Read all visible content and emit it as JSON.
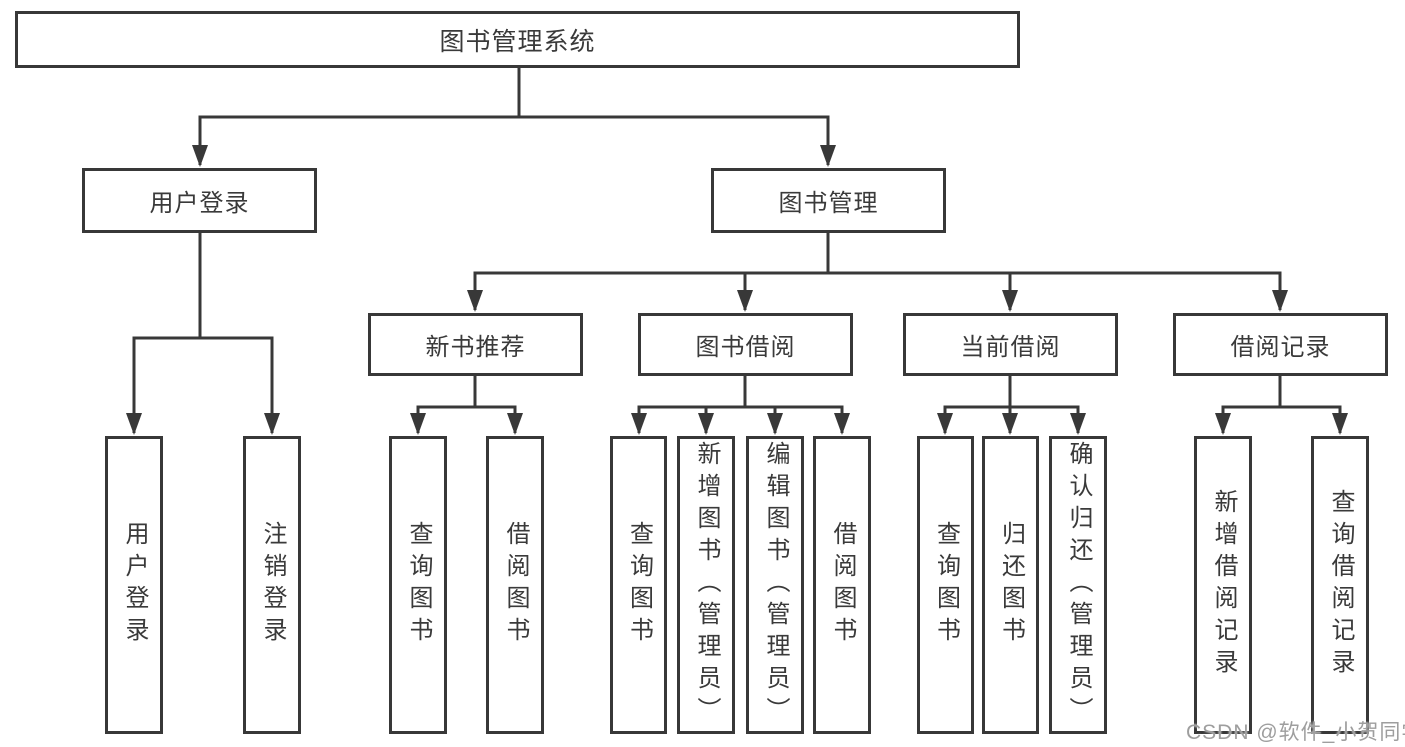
{
  "tree": {
    "label": "图书管理系统",
    "children": [
      {
        "label": "用户登录",
        "children": [
          {
            "label": "用户登录"
          },
          {
            "label": "注销登录"
          }
        ]
      },
      {
        "label": "图书管理",
        "children": [
          {
            "label": "新书推荐",
            "children": [
              {
                "label": "查询图书"
              },
              {
                "label": "借阅图书"
              }
            ]
          },
          {
            "label": "图书借阅",
            "children": [
              {
                "label": "查询图书"
              },
              {
                "label": "新增图书（管理员）"
              },
              {
                "label": "编辑图书（管理员）"
              },
              {
                "label": "借阅图书"
              }
            ]
          },
          {
            "label": "当前借阅",
            "children": [
              {
                "label": "查询图书"
              },
              {
                "label": "归还图书"
              },
              {
                "label": "确认归还（管理员）"
              }
            ]
          },
          {
            "label": "借阅记录",
            "children": [
              {
                "label": "新增借阅记录"
              },
              {
                "label": "查询借阅记录"
              }
            ]
          }
        ]
      }
    ]
  },
  "watermark": "CSDN @软件_小贺同学",
  "colors": {
    "line": "#383838",
    "text": "#3a3a3a",
    "box_border": "#383838",
    "background": "#ffffff",
    "watermark": "#9e9e9e"
  }
}
